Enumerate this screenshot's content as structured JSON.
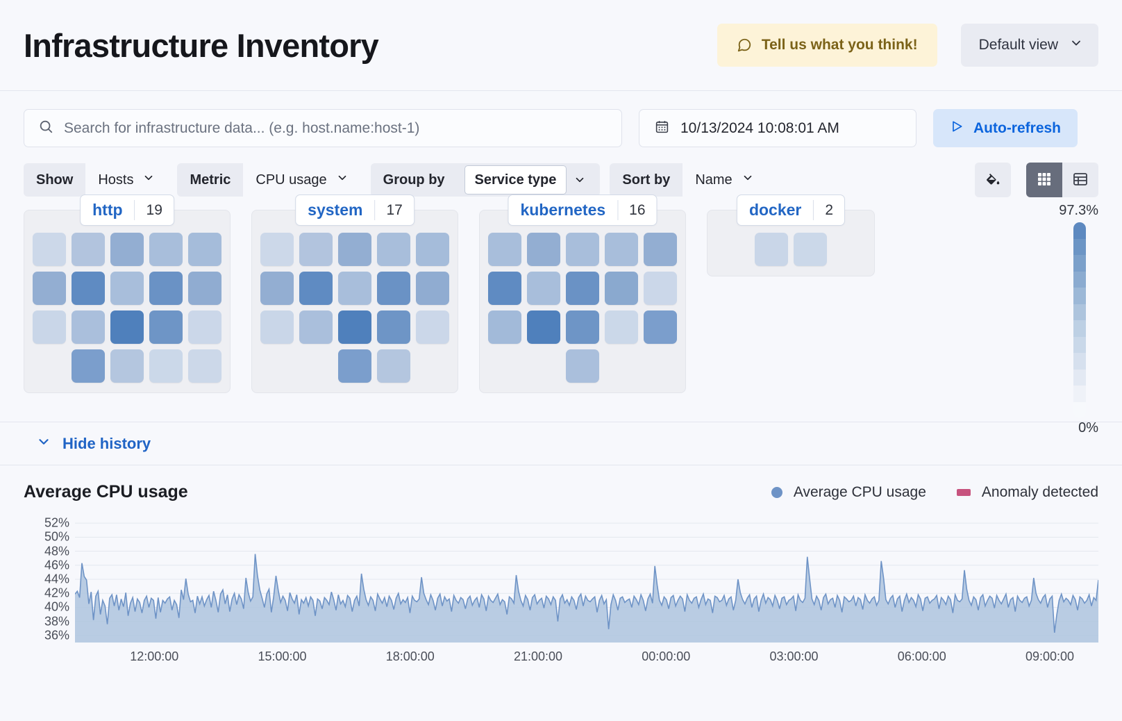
{
  "header": {
    "title": "Infrastructure Inventory",
    "feedback_label": "Tell us what you think!",
    "feedback_icon": "comment-icon",
    "view_label": "Default view",
    "view_icon": "chevron-down-icon",
    "feedback_bg": "#fdf3d8",
    "feedback_fg": "#7b6218"
  },
  "search": {
    "placeholder": "Search for infrastructure data... (e.g. host.name:host-1)",
    "value": "",
    "icon": "search-icon"
  },
  "datepicker": {
    "value": "10/13/2024 10:08:01 AM",
    "icon": "calendar-icon"
  },
  "refresh": {
    "label": "Auto-refresh",
    "icon": "play-icon",
    "accent": "#0b64dd",
    "bg": "#d7e6fa"
  },
  "filters": [
    {
      "label": "Show",
      "value": "Hosts",
      "boxed": false
    },
    {
      "label": "Metric",
      "value": "CPU usage",
      "boxed": false
    },
    {
      "label": "Group by",
      "value": "Service type",
      "boxed": true
    },
    {
      "label": "Sort by",
      "value": "Name",
      "boxed": false
    }
  ],
  "view_controls": {
    "legend_icon": "paint-bucket-icon",
    "map_icon": "grid-view-icon",
    "table_icon": "table-view-icon",
    "active": "grid-view-icon"
  },
  "waffle": {
    "groups": [
      {
        "name": "http",
        "count": "19",
        "rows": [
          [
            {
              "v": "#ccd8e9"
            },
            {
              "v": "#b2c4de"
            },
            {
              "v": "#93aed2"
            },
            {
              "v": "#a8bedb"
            },
            {
              "v": "#a5bcda"
            }
          ],
          [
            {
              "v": "#93aed2"
            },
            {
              "v": "#5f8bc2"
            },
            {
              "v": "#a8bedb"
            },
            {
              "v": "#6a92c5"
            },
            {
              "v": "#90acd1"
            }
          ],
          [
            {
              "v": "#c9d6e8"
            },
            {
              "v": "#aabfdc"
            },
            {
              "v": "#4f80bc"
            },
            {
              "v": "#6e95c6"
            },
            {
              "v": "#cbd7e9"
            }
          ],
          [
            {
              "v": "empty"
            },
            {
              "v": "#7b9ecc"
            },
            {
              "v": "#b4c6df"
            },
            {
              "v": "#cbd8e9"
            },
            {
              "v": "#ccd8e9"
            }
          ]
        ]
      },
      {
        "name": "system",
        "count": "17",
        "rows": [
          [
            {
              "v": "#ccd8e9"
            },
            {
              "v": "#b2c4de"
            },
            {
              "v": "#93aed2"
            },
            {
              "v": "#a8bedb"
            },
            {
              "v": "#a5bcda"
            }
          ],
          [
            {
              "v": "#93aed2"
            },
            {
              "v": "#5f8bc2"
            },
            {
              "v": "#a8bedb"
            },
            {
              "v": "#6a92c5"
            },
            {
              "v": "#90acd1"
            }
          ],
          [
            {
              "v": "#c9d6e8"
            },
            {
              "v": "#aabfdc"
            },
            {
              "v": "#4f80bc"
            },
            {
              "v": "#6e95c6"
            },
            {
              "v": "#cbd7e9"
            }
          ],
          [
            {
              "v": "empty"
            },
            {
              "v": "empty"
            },
            {
              "v": "#7b9ecc"
            },
            {
              "v": "#b4c6df"
            },
            {
              "v": "empty"
            }
          ]
        ]
      },
      {
        "name": "kubernetes",
        "count": "16",
        "rows": [
          [
            {
              "v": "#a8bedb"
            },
            {
              "v": "#93aed2"
            },
            {
              "v": "#a8bedb"
            },
            {
              "v": "#a8bedb"
            },
            {
              "v": "#93aed2"
            }
          ],
          [
            {
              "v": "#5f8bc2"
            },
            {
              "v": "#a8bedb"
            },
            {
              "v": "#6a92c5"
            },
            {
              "v": "#8aa9cf"
            },
            {
              "v": "#cbd7e9"
            }
          ],
          [
            {
              "v": "#a2baD9"
            },
            {
              "v": "#4f80bc"
            },
            {
              "v": "#6e95c6"
            },
            {
              "v": "#cbd8e9"
            },
            {
              "v": "#7b9ecc"
            }
          ],
          [
            {
              "v": "empty"
            },
            {
              "v": "empty"
            },
            {
              "v": "#aabfdc"
            },
            {
              "v": "empty"
            },
            {
              "v": "empty"
            }
          ]
        ]
      },
      {
        "name": "docker",
        "count": "2",
        "rows": [
          [
            {
              "v": "empty"
            },
            {
              "v": "#c9d6e8"
            },
            {
              "v": "#cbd8e9"
            },
            {
              "v": "empty"
            }
          ]
        ]
      }
    ],
    "scale": {
      "max_label": "97.3%",
      "min_label": "0%",
      "stops": [
        "#5d89c0",
        "#6c95c5",
        "#7ba0ca",
        "#8babd0",
        "#9cb8d7",
        "#adc4dd",
        "#bdd0e4",
        "#c9d8e9",
        "#d6e0ee",
        "#e3e9f3",
        "#eff2f8",
        "#f7f9fc"
      ]
    }
  },
  "history": {
    "toggle_label": "Hide history",
    "toggle_icon": "chevron-down-icon"
  },
  "chart_data": {
    "type": "area",
    "title": "Average CPU usage",
    "xlabel": "",
    "ylabel": "",
    "ylim": [
      35,
      53
    ],
    "yticks": [
      36,
      38,
      40,
      42,
      44,
      46,
      48,
      50,
      52
    ],
    "ytick_labels": [
      "36%",
      "38%",
      "40%",
      "42%",
      "44%",
      "46%",
      "48%",
      "50%",
      "52%"
    ],
    "xtick_labels": [
      "12:00:00",
      "15:00:00",
      "18:00:00",
      "21:00:00",
      "00:00:00",
      "03:00:00",
      "06:00:00",
      "09:00:00"
    ],
    "grid": true,
    "legend_position": "top-right",
    "legend": [
      {
        "name": "Average CPU usage",
        "marker": "circle",
        "color": "#6e93c6"
      },
      {
        "name": "Anomaly detected",
        "marker": "square",
        "color": "#c7537e"
      }
    ],
    "series": [
      {
        "name": "Average CPU usage",
        "color": "#6e93c6",
        "fill": "#aec4de",
        "values": [
          41.9,
          42.3,
          41.4,
          46.3,
          44.4,
          43.9,
          40.5,
          42.2,
          38.2,
          41.6,
          42.3,
          39.0,
          41.0,
          40.2,
          37.6,
          41.3,
          41.8,
          40.2,
          41.8,
          39.6,
          41.2,
          40.1,
          42.1,
          38.8,
          40.6,
          41.4,
          39.4,
          41.2,
          40.7,
          39.2,
          41.0,
          41.6,
          40.0,
          41.3,
          41.0,
          38.4,
          41.4,
          39.3,
          41.0,
          40.6,
          41.2,
          41.5,
          39.6,
          41.0,
          40.4,
          38.5,
          42.5,
          41.1,
          44.1,
          41.9,
          40.8,
          41.0,
          39.2,
          41.6,
          40.5,
          41.5,
          40.2,
          41.1,
          41.7,
          40.0,
          42.3,
          41.0,
          39.3,
          41.9,
          42.5,
          40.5,
          41.8,
          39.4,
          41.2,
          42.0,
          40.4,
          41.8,
          41.2,
          39.8,
          44.2,
          42.1,
          40.9,
          41.5,
          47.6,
          44.5,
          42.5,
          41.3,
          40.0,
          41.9,
          42.6,
          39.3,
          41.5,
          44.5,
          42.4,
          40.7,
          41.6,
          41.0,
          39.5,
          42.1,
          41.2,
          40.6,
          41.8,
          39.0,
          41.1,
          40.6,
          41.4,
          40.2,
          41.5,
          41.0,
          38.8,
          41.2,
          40.9,
          39.8,
          41.4,
          41.0,
          40.4,
          42.2,
          41.1,
          39.6,
          41.8,
          40.5,
          41.0,
          40.1,
          41.7,
          41.3,
          39.4,
          41.0,
          41.6,
          40.2,
          44.8,
          42.6,
          41.1,
          40.3,
          41.5,
          41.0,
          39.5,
          41.9,
          41.2,
          40.6,
          41.4,
          40.1,
          41.6,
          41.0,
          39.7,
          41.3,
          42.0,
          40.5,
          41.1,
          40.7,
          41.4,
          39.2,
          41.6,
          41.0,
          40.8,
          41.2,
          44.3,
          42.0,
          41.1,
          40.4,
          41.8,
          41.0,
          39.6,
          41.3,
          41.9,
          40.2,
          41.5,
          40.9,
          41.2,
          39.4,
          41.7,
          41.0,
          40.6,
          41.4,
          41.1,
          39.8,
          41.2,
          41.6,
          40.3,
          41.0,
          41.4,
          40.0,
          41.8,
          41.2,
          39.5,
          41.6,
          41.0,
          40.7,
          41.3,
          41.9,
          40.4,
          41.1,
          40.8,
          39.0,
          41.5,
          41.2,
          40.6,
          44.6,
          42.3,
          41.0,
          40.2,
          41.7,
          41.1,
          39.6,
          41.4,
          41.8,
          40.5,
          41.0,
          41.3,
          39.9,
          41.6,
          41.2,
          40.4,
          41.5,
          41.0,
          38.0,
          41.2,
          41.8,
          40.6,
          41.1,
          40.3,
          41.5,
          41.0,
          39.7,
          41.4,
          41.9,
          40.2,
          41.6,
          41.0,
          40.8,
          41.2,
          41.5,
          39.3,
          41.0,
          41.7,
          40.5,
          41.1,
          36.9,
          40.4,
          41.8,
          41.0,
          39.6,
          41.3,
          41.5,
          40.7,
          41.0,
          41.2,
          40.0,
          41.6,
          41.1,
          40.4,
          41.8,
          41.0,
          39.5,
          41.2,
          41.9,
          40.6,
          45.9,
          43.2,
          41.0,
          40.3,
          41.5,
          41.1,
          39.8,
          41.4,
          41.7,
          40.2,
          41.0,
          41.6,
          41.2,
          39.4,
          41.8,
          41.0,
          40.6,
          41.3,
          41.5,
          40.0,
          41.1,
          41.9,
          40.4,
          41.2,
          41.0,
          39.2,
          41.6,
          41.4,
          40.8,
          41.0,
          41.7,
          40.3,
          41.2,
          41.5,
          39.6,
          41.0,
          44.0,
          42.1,
          41.1,
          40.5,
          41.3,
          41.8,
          40.0,
          41.2,
          41.6,
          39.4,
          41.0,
          41.9,
          40.6,
          41.4,
          41.1,
          40.2,
          41.7,
          41.0,
          39.8,
          41.3,
          41.5,
          40.4,
          41.0,
          41.2,
          41.6,
          39.5,
          41.8,
          41.0,
          40.7,
          41.3,
          47.2,
          44.1,
          41.2,
          40.4,
          41.6,
          41.0,
          39.6,
          41.4,
          41.9,
          40.5,
          41.1,
          41.3,
          40.0,
          41.7,
          41.0,
          39.3,
          41.5,
          41.2,
          40.8,
          41.0,
          41.6,
          40.2,
          41.4,
          41.1,
          39.7,
          41.8,
          41.0,
          40.6,
          41.2,
          41.5,
          40.3,
          41.0,
          46.6,
          44.2,
          41.1,
          40.5,
          41.3,
          41.7,
          40.0,
          41.2,
          41.6,
          39.4,
          41.0,
          41.9,
          40.7,
          41.4,
          41.0,
          40.1,
          41.8,
          41.2,
          39.5,
          41.3,
          41.5,
          40.6,
          41.0,
          41.2,
          41.7,
          39.8,
          41.4,
          41.0,
          40.4,
          41.6,
          41.1,
          39.2,
          41.8,
          41.0,
          40.8,
          41.2,
          45.3,
          42.6,
          41.0,
          40.3,
          41.5,
          41.1,
          39.6,
          41.4,
          41.8,
          40.2,
          41.0,
          41.6,
          41.3,
          39.9,
          41.7,
          41.0,
          40.5,
          41.2,
          41.9,
          40.0,
          41.1,
          41.4,
          39.4,
          41.6,
          41.0,
          40.7,
          41.3,
          41.5,
          40.2,
          41.0,
          44.2,
          42.0,
          41.1,
          40.6,
          41.4,
          41.8,
          40.0,
          41.2,
          41.6,
          36.4,
          39.0,
          41.0,
          41.9,
          40.8,
          41.3,
          41.0,
          40.4,
          41.7,
          41.1,
          39.6,
          41.5,
          41.2,
          40.6,
          41.0,
          41.8,
          40.2,
          41.4,
          41.0,
          43.9
        ]
      }
    ]
  }
}
